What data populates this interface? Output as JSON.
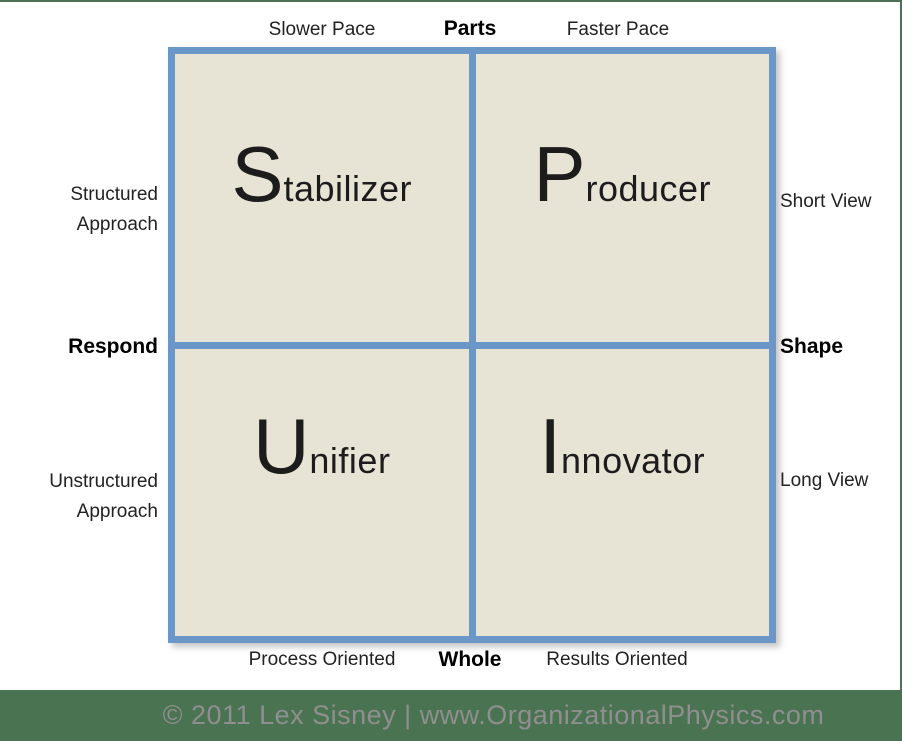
{
  "colors": {
    "page_border": "#4C7154",
    "grid_border": "#6B96C8",
    "quadrant_bg": "#E8E4D5",
    "text_dark": "#1C1C1C",
    "footer_bg": "#4A7352",
    "footer_text": "#8F8F8F"
  },
  "axes": {
    "top": {
      "left": "Slower Pace",
      "center": "Parts",
      "right": "Faster Pace"
    },
    "bottom": {
      "left": "Process Oriented",
      "center": "Whole",
      "right": "Results Oriented"
    },
    "left": {
      "top": {
        "line1": "Structured",
        "line2": "Approach"
      },
      "center": "Respond",
      "bottom": {
        "line1": "Unstructured",
        "line2": "Approach"
      }
    },
    "right": {
      "top": "Short View",
      "center": "Shape",
      "bottom": "Long View"
    }
  },
  "quadrants": {
    "top_left": {
      "initial": "S",
      "rest": "tabilizer"
    },
    "top_right": {
      "initial": "P",
      "rest": "roducer"
    },
    "bottom_left": {
      "initial": "U",
      "rest": "nifier"
    },
    "bottom_right": {
      "initial": "I",
      "rest": "nnovator"
    }
  },
  "footer": {
    "text": "© 2011 Lex Sisney | www.OrganizationalPhysics.com"
  }
}
